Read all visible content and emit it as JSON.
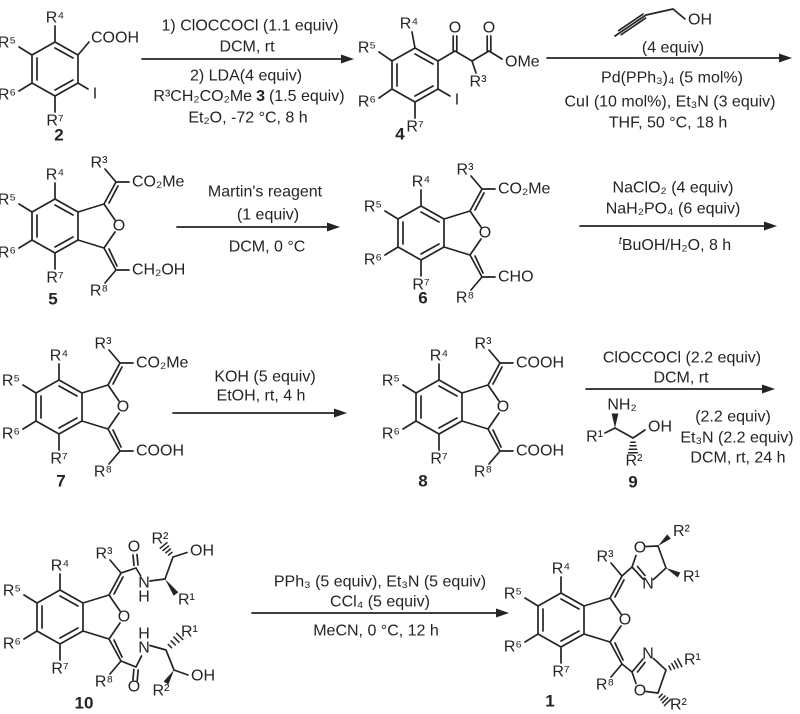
{
  "colors": {
    "ink": "#242424",
    "background": "#ffffff"
  },
  "labels": {
    "R1": "R¹",
    "R2": "R²",
    "R3": "R³",
    "R4": "R⁴",
    "R5": "R⁵",
    "R6": "R⁶",
    "R7": "R⁷",
    "R8": "R⁸",
    "O": "O",
    "N": "N",
    "H": "H",
    "I": "I",
    "OH": "OH",
    "NH2": "NH₂",
    "COOH": "COOH",
    "CO2Me": "CO₂Me",
    "CH2OH": "CH₂OH",
    "CHO": "CHO",
    "OMe": "OMe"
  },
  "numbers": {
    "c1": "1",
    "c2": "2",
    "c4": "4",
    "c5": "5",
    "c6": "6",
    "c7": "7",
    "c8": "8",
    "c9": "9",
    "c10": "10"
  },
  "steps": {
    "s1": {
      "above1": "1) ClOCCOCl (1.1 equiv)",
      "above2": "DCM, rt",
      "below1": "2) LDA(4 equiv)",
      "below2_pre": "R³CH₂CO₂Me",
      "below2_bold": "3",
      "below2_post": "(1.5 equiv)",
      "below3": "Et₂O, -72 °C, 8 h"
    },
    "s2": {
      "equiv": "(4 equiv)",
      "below1": "Pd(PPh₃)₄ (5 mol%)",
      "below2": "CuI (10 mol%), Et₃N (3 equiv)",
      "below3": "THF, 50 °C, 18 h"
    },
    "s3": {
      "above1": "Martin's reagent",
      "above2": "(1 equiv)",
      "below1": "DCM, 0 °C"
    },
    "s4": {
      "above1": "NaClO₂ (4 equiv)",
      "above2": "NaH₂PO₄ (6 equiv)",
      "below_sup": "t",
      "below_rest": "BuOH/H₂O, 8 h"
    },
    "s5": {
      "above1": "KOH (5 equiv)",
      "above2": "EtOH, rt, 4 h"
    },
    "s6": {
      "above1": "ClOCCOCl (2.2 equiv)",
      "above2": "DCM, rt",
      "right1": "(2.2 equiv)",
      "right2": "Et₃N (2.2 equiv)",
      "right3": "DCM, rt, 24 h"
    },
    "s7": {
      "above1": "PPh₃ (5 equiv), Et₃N (5 equiv)",
      "above2": "CCl₄ (5 equiv)",
      "below1": "MeCN, 0 °C, 12 h"
    }
  }
}
